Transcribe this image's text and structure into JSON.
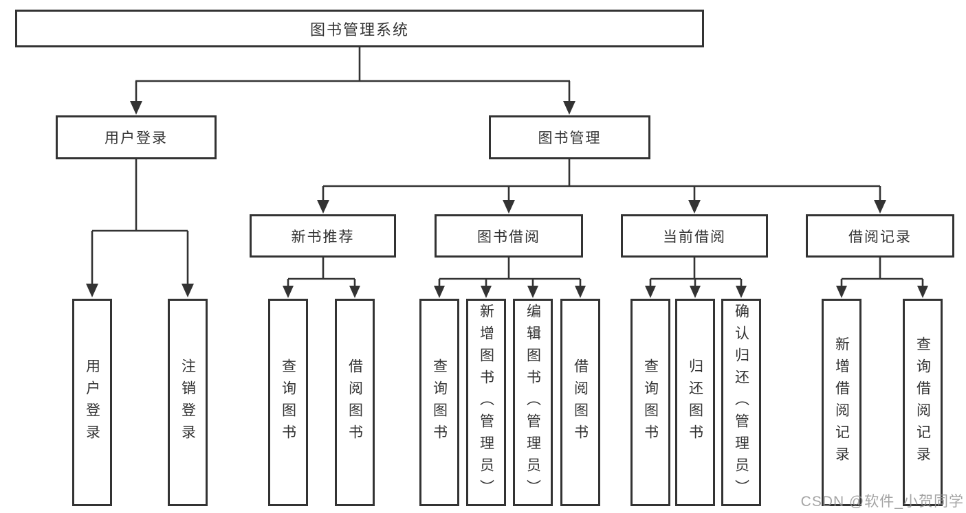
{
  "diagram_title": "图书管理系统",
  "nodes": {
    "root": {
      "label": "图书管理系统"
    },
    "level2": [
      {
        "label": "用户登录",
        "parent": "图书管理系统"
      },
      {
        "label": "图书管理",
        "parent": "图书管理系统"
      }
    ],
    "level3": [
      {
        "label": "新书推荐",
        "parent": "图书管理"
      },
      {
        "label": "图书借阅",
        "parent": "图书管理"
      },
      {
        "label": "当前借阅",
        "parent": "图书管理"
      },
      {
        "label": "借阅记录",
        "parent": "图书管理"
      }
    ],
    "leaves": [
      {
        "label": "用户登录",
        "parent": "用户登录"
      },
      {
        "label": "注销登录",
        "parent": "用户登录"
      },
      {
        "label": "查询图书",
        "parent": "新书推荐"
      },
      {
        "label": "借阅图书",
        "parent": "新书推荐"
      },
      {
        "label": "查询图书",
        "parent": "图书借阅"
      },
      {
        "label": "新增图书（管理员）",
        "parent": "图书借阅"
      },
      {
        "label": "编辑图书（管理员）",
        "parent": "图书借阅"
      },
      {
        "label": "借阅图书",
        "parent": "图书借阅"
      },
      {
        "label": "查询图书",
        "parent": "当前借阅"
      },
      {
        "label": "归还图书",
        "parent": "当前借阅"
      },
      {
        "label": "确认归还（管理员）",
        "parent": "当前借阅"
      },
      {
        "label": "新增借阅记录",
        "parent": "借阅记录"
      },
      {
        "label": "查询借阅记录",
        "parent": "借阅记录"
      }
    ]
  },
  "watermark": {
    "text": "CSDN @软件_小贺同学"
  },
  "colors": {
    "line": "#333333",
    "box_border": "#333333",
    "box_background": "#ffffff",
    "text": "#333333",
    "watermark": "#949494",
    "background": "#ffffff"
  }
}
